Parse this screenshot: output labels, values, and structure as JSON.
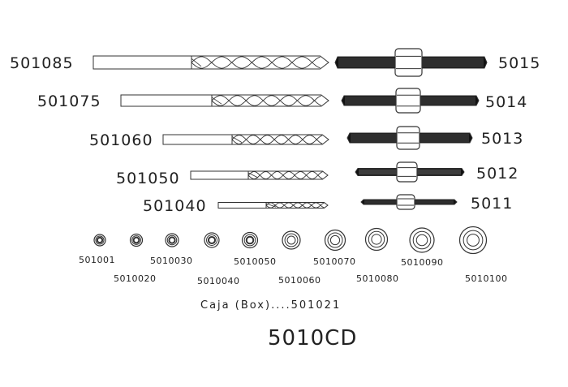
{
  "drills": [
    {
      "code": "501085"
    },
    {
      "code": "501075"
    },
    {
      "code": "501060"
    },
    {
      "code": "501050"
    },
    {
      "code": "501040"
    }
  ],
  "holders": [
    {
      "code": "5015"
    },
    {
      "code": "5014"
    },
    {
      "code": "5013"
    },
    {
      "code": "5012"
    },
    {
      "code": "5011"
    }
  ],
  "rings": [
    {
      "code": "501001"
    },
    {
      "code": "5010020"
    },
    {
      "code": "5010030"
    },
    {
      "code": "5010040"
    },
    {
      "code": "5010050"
    },
    {
      "code": "5010060"
    },
    {
      "code": "5010070"
    },
    {
      "code": "5010080"
    },
    {
      "code": "5010090"
    },
    {
      "code": "5010100"
    }
  ],
  "box_note": "Caja (Box)....501021",
  "kit_code": "5010CD",
  "colors": {
    "line": "#333333",
    "fill": "#ffffff"
  }
}
